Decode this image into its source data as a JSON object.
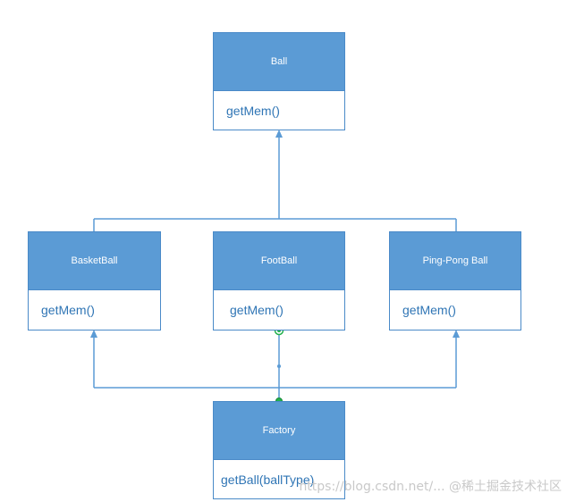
{
  "diagram": {
    "colors": {
      "header_fill": "#5b9bd5",
      "line": "#5b9bd5",
      "border": "#4a8ac8",
      "method_text": "#2f75b5",
      "header_text": "#ffffff",
      "connector_dot": "#22b14c"
    },
    "classes": {
      "ball": {
        "name": "Ball",
        "method": "getMem()"
      },
      "basketball": {
        "name": "BasketBall",
        "method": "getMem()"
      },
      "football": {
        "name": "FootBall",
        "method": "getMem()"
      },
      "pingpong": {
        "name": "Ping-Pong Ball",
        "method": "getMem()"
      },
      "factory": {
        "name": "Factory",
        "method": "getBall(ballType)"
      }
    }
  },
  "watermark": "https://blog.csdn.net/... @稀土掘金技术社区"
}
